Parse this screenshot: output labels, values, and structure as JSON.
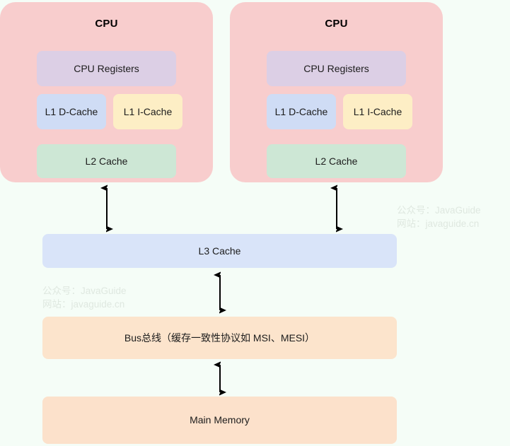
{
  "background_color": "#f5fdf7",
  "cpus": [
    {
      "title": "CPU",
      "registers": "CPU Registers",
      "l1_d": "L1 D-Cache",
      "l1_i": "L1 I-Cache",
      "l2": "L2 Cache"
    },
    {
      "title": "CPU",
      "registers": "CPU Registers",
      "l1_d": "L1 D-Cache",
      "l1_i": "L1 I-Cache",
      "l2": "L2 Cache"
    }
  ],
  "shared": {
    "l3_cache": "L3 Cache",
    "bus": "Bus总线（缓存一致性协议如 MSI、MESI）",
    "main_memory": "Main Memory"
  },
  "watermark": {
    "line1": "公众号：JavaGuide",
    "line2": "网站：javaguide.cn"
  },
  "colors": {
    "cpu_package": "#f8cdcd",
    "registers": "#dccfe5",
    "l1_d_cache": "#cfdcf5",
    "l1_i_cache": "#fdeec5",
    "l2_cache": "#cde7d5",
    "l3_cache": "#d9e4f9",
    "bus": "#fce4cc",
    "main_memory": "#fce1cb",
    "arrow": "#000000",
    "watermark_text": "#dfe8e0"
  },
  "arrows": [
    {
      "name": "cpu-left-to-l3",
      "direction": "bidirectional"
    },
    {
      "name": "cpu-right-to-l3",
      "direction": "bidirectional"
    },
    {
      "name": "l3-to-bus",
      "direction": "bidirectional"
    },
    {
      "name": "bus-to-main-memory",
      "direction": "bidirectional"
    }
  ]
}
